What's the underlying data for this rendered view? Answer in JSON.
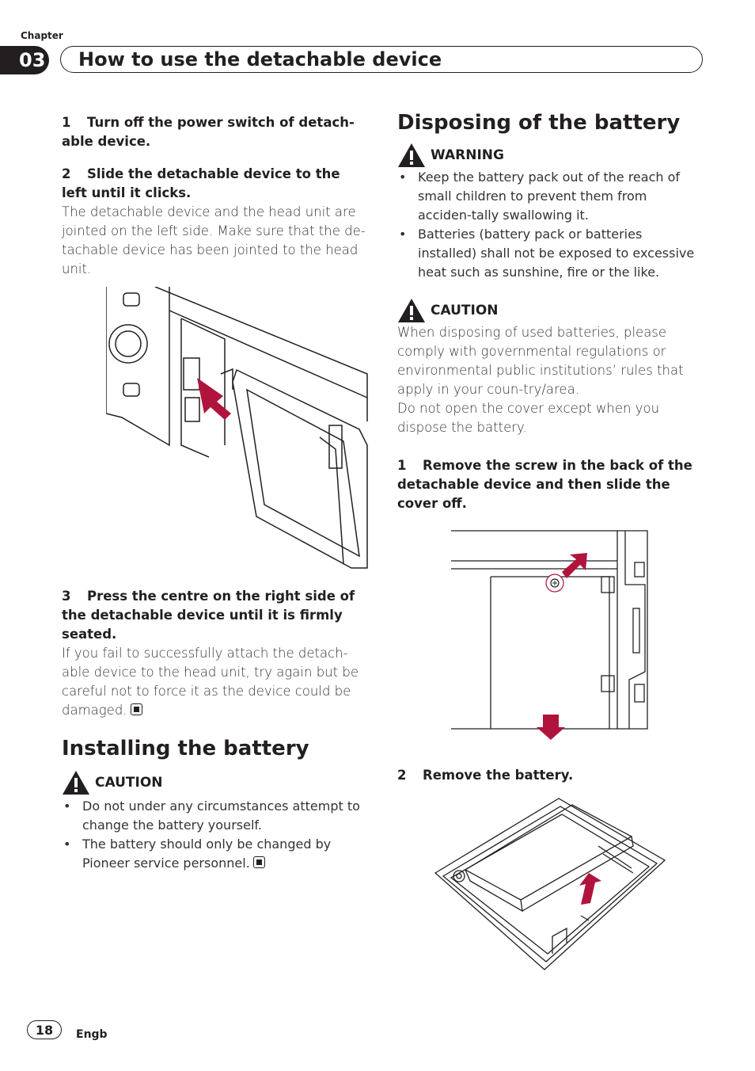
{
  "header": {
    "chapter_label": "Chapter",
    "chapter_number": "03",
    "chapter_title": "How to use the detachable device"
  },
  "left": {
    "step1": {
      "number": "1",
      "title": "Turn off the power switch of detach-able device."
    },
    "step2": {
      "number": "2",
      "title": "Slide the detachable device to the left until it clicks.",
      "body": "The detachable device and the head unit are jointed on the left side. Make sure that the de-tachable device has been jointed to the head unit."
    },
    "step3": {
      "number": "3",
      "title": "Press the centre on the right side of the detachable device until it is firmly seated.",
      "body": "If you fail to successfully attach the detach-able device to the head unit, try again but be careful not to force it as the device could be damaged."
    },
    "installing": {
      "heading": "Installing the battery",
      "caution_label": "CAUTION",
      "bullets": [
        "Do not under any circumstances attempt to change the battery yourself.",
        "The battery should only be changed by Pioneer service personnel."
      ]
    }
  },
  "right": {
    "disposing": {
      "heading": "Disposing of the battery",
      "warning_label": "WARNING",
      "warning_bullets": [
        "Keep the battery pack out of the reach of small children to prevent them from acciden-tally swallowing it.",
        "Batteries (battery pack or batteries installed) shall not be exposed to excessive heat such as sunshine, fire or the like."
      ],
      "caution_label": "CAUTION",
      "caution_text1": "When disposing of used batteries, please comply with governmental regulations or environmental public institutions’ rules that apply in your coun-try/area.",
      "caution_text2": "Do not open the cover except when you dispose the battery."
    },
    "step1": {
      "number": "1",
      "title": "Remove the screw in the back of the detachable device and then slide the cover off."
    },
    "step2": {
      "number": "2",
      "title": "Remove the battery."
    }
  },
  "footer": {
    "page_number": "18",
    "language": "Engb"
  },
  "colors": {
    "text": "#231f20",
    "arrow": "#b0143c"
  },
  "bullet_glyph": "•"
}
